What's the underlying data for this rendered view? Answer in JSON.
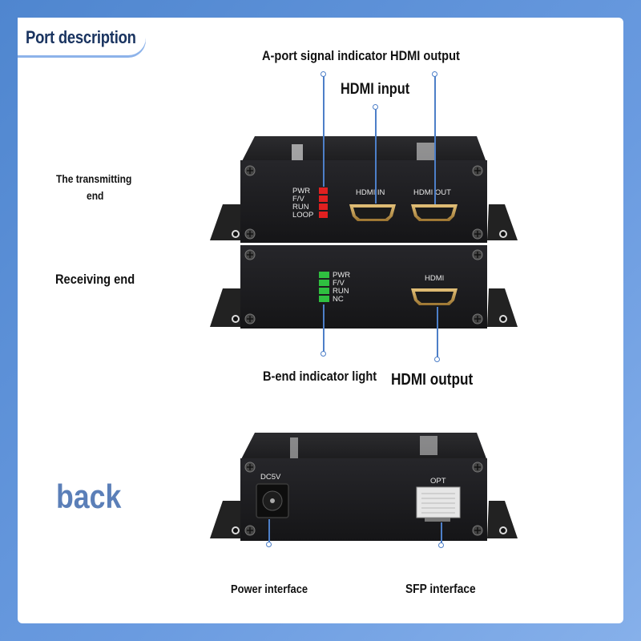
{
  "header": {
    "title": "Port description"
  },
  "callouts": {
    "a_port_indicator": "A-port signal indicator HDMI output",
    "hdmi_input": "HDMI input",
    "transmitting_end": [
      "The transmitting",
      "end"
    ],
    "receiving_end": "Receiving end",
    "b_end_indicator": "B-end indicator light",
    "hdmi_output": "HDMI output",
    "back": "back",
    "power_interface": "Power interface",
    "sfp_interface": "SFP interface"
  },
  "transmitter": {
    "indicators": [
      "PWR",
      "F/V",
      "RUN",
      "LOOP"
    ],
    "indicator_color": "#e02020",
    "port_in_label": "HDMI IN",
    "port_out_label": "HDMI OUT"
  },
  "receiver": {
    "indicators": [
      "PWR",
      "F/V",
      "RUN",
      "NC"
    ],
    "indicator_color": "#2fc040",
    "port_label": "HDMI"
  },
  "rear": {
    "power_label": "DC5V",
    "sfp_label": "OPT"
  },
  "colors": {
    "background": "#5b8fd3",
    "card": "#ffffff",
    "device_body": "#1b1b1d",
    "hdmi_port": "#c9a050",
    "leader": "#4d7fc8"
  }
}
